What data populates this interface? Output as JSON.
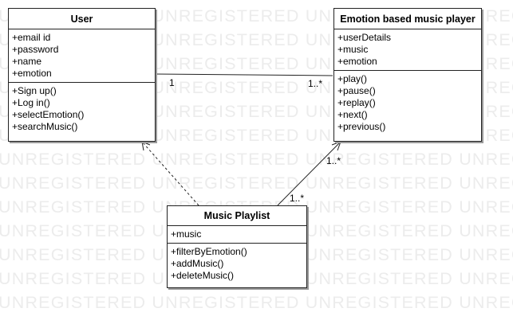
{
  "watermark": {
    "text": "UNREGISTERED UNREGISTERED UNREGISTERED UNREGISTERED"
  },
  "classes": {
    "user": {
      "name": "User",
      "attributes": [
        "+email id",
        "+password",
        "+name",
        "+emotion"
      ],
      "operations": [
        "+Sign up()",
        "+Log in()",
        "+selectEmotion()",
        "+searchMusic()"
      ]
    },
    "player": {
      "name": "Emotion based music player",
      "attributes": [
        "+userDetails",
        "+music",
        "+emotion"
      ],
      "operations": [
        "+play()",
        "+pause()",
        "+replay()",
        "+next()",
        "+previous()"
      ]
    },
    "playlist": {
      "name": "Music Playlist",
      "attributes": [
        "+music"
      ],
      "operations": [
        "+filterByEmotion()",
        "+addMusic()",
        "+deleteMusic()"
      ]
    }
  },
  "relations": {
    "user_player": {
      "source_mult": "1",
      "target_mult": "1..*"
    },
    "playlist_player": {
      "source_mult": "1..*",
      "target_mult": "1..*"
    }
  }
}
